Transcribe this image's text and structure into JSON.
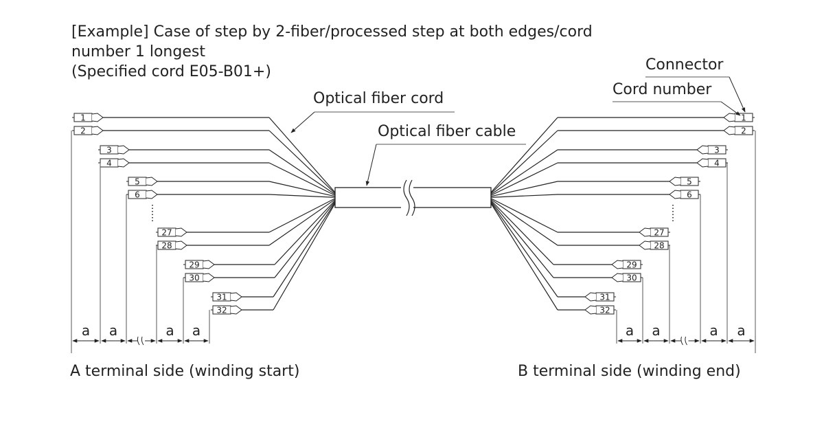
{
  "title": {
    "line1": "[Example] Case of step by 2-fiber/processed step at both edges/cord",
    "line2": "number 1 longest",
    "line3": "(Specified cord E05-B01+)"
  },
  "labels": {
    "connector": "Connector",
    "cord_number": "Cord number",
    "optical_fiber_cord": "Optical fiber cord",
    "optical_fiber_cable": "Optical fiber cable",
    "a_side": "A terminal side (winding start)",
    "b_side": "B terminal side (winding end)",
    "dimension": "a"
  },
  "cords": [
    "1",
    "2",
    "3",
    "4",
    "5",
    "6",
    "27",
    "28",
    "29",
    "30",
    "31",
    "32"
  ],
  "colors": {
    "line": "#222222",
    "leader": "#555555"
  }
}
